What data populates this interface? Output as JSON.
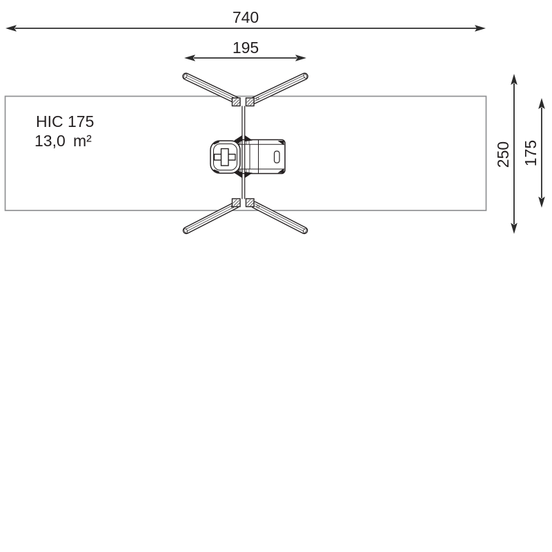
{
  "drawing": {
    "description": "top-view installation plan of a single-post swing with safety zone",
    "labels": {
      "hic": "HIC 175",
      "area_value": "13,0",
      "area_unit": "m²"
    },
    "dimensions": {
      "overall_width": "740",
      "crossbeam_spread": "195",
      "overall_depth": "250",
      "safety_zone_depth": "175"
    },
    "colors": {
      "line": "#231f20",
      "dim": "#2b2b2b",
      "zone": "#8f9193",
      "background": "#ffffff"
    }
  }
}
